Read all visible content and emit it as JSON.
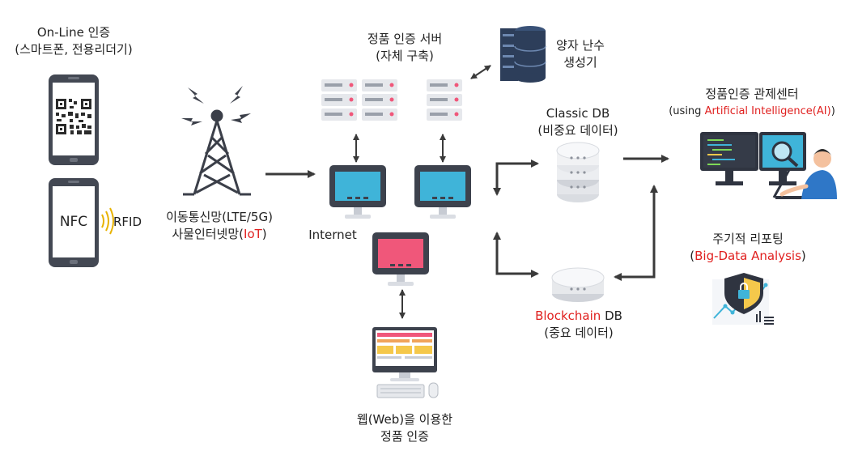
{
  "labels": {
    "online_auth_line1": "On-Line 인증",
    "online_auth_line2": "(스마트폰, 전용리더기)",
    "nfc": "NFC",
    "rfid": "RFID",
    "mobile_line1": "이동통신망(LTE/5G)",
    "mobile_line2_prefix": "사물인터넷망(",
    "mobile_line2_red": "IoT",
    "mobile_line2_suffix": ")",
    "server_line1": "정품 인증 서버",
    "server_line2": "(자체 구축)",
    "quantum_line1": "양자 난수",
    "quantum_line2": "생성기",
    "internet": "Internet",
    "classic_db_line1": "Classic DB",
    "classic_db_line2": "(비중요 데이터)",
    "blockchain_red": "Blockchain",
    "blockchain_suffix": " DB",
    "blockchain_line2": "(중요 데이터)",
    "control_line1": "정품인증 관제센터",
    "control_line2_prefix": "(using ",
    "control_line2_red": "Artificial Intelligence(AI)",
    "control_line2_suffix": ")",
    "report_line1": "주기적 리포팅",
    "report_line2_prefix": "(",
    "report_line2_red": "Big-Data Analysis",
    "report_line2_suffix": ")",
    "web_line1": "웹(Web)을 이용한",
    "web_line2": "정품 인증"
  },
  "colors": {
    "accent_red": "#e0201f",
    "monitor_blue": "#3fb4d9",
    "monitor_pink": "#f0577a",
    "dark": "#3a3f4b",
    "arrow": "#3a3a3a"
  }
}
